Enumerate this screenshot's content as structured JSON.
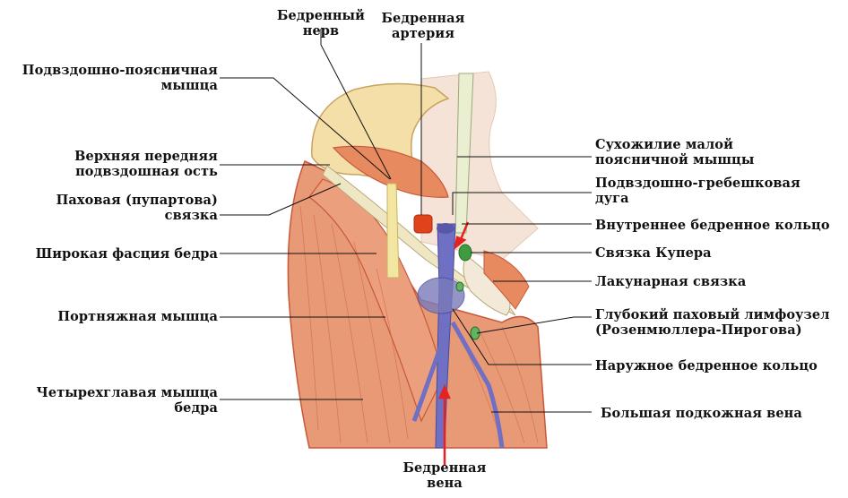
{
  "labels": {
    "femoral_nerve": [
      "Бедренный",
      "нерв"
    ],
    "femoral_artery": [
      "Бедренная",
      "артерия"
    ],
    "iliopsoas": [
      "Подвздошно-поясничная",
      "мышца"
    ],
    "asis": [
      "Верхняя передняя",
      "подвздошная ость"
    ],
    "inguinal_ligament": [
      "Паховая (пупартова)",
      "связка"
    ],
    "fascia_lata": [
      "Широкая фасция бедра"
    ],
    "sartorius": [
      "Портняжная мышца"
    ],
    "quadriceps": [
      "Четырехглавая мышца",
      "бедра"
    ],
    "psoas_minor_tendon": [
      "Сухожилие малой",
      "поясничной мышцы"
    ],
    "iliopectineal_arch": [
      "Подвздошно-гребешковая",
      "дуга"
    ],
    "internal_ring": [
      "Внутреннее бедренное кольцо"
    ],
    "cooper_ligament": [
      "Связка Купера"
    ],
    "lacunar_ligament": [
      "Лакунарная связка"
    ],
    "deep_node": [
      "Глубокий паховый лимфоузел",
      "(Розенмюллера-Пирогова)"
    ],
    "external_ring": [
      "Наружное бедренное кольцо"
    ],
    "great_saphenous": [
      "Большая подкожная вена"
    ],
    "femoral_vein": [
      "Бедренная",
      "вена"
    ]
  },
  "colors": {
    "muscle": "#e79a75",
    "muscle_dark": "#c9573a",
    "bone": "#f4dfa8",
    "bone_edge": "#c9a35e",
    "fascia": "#efe7c3",
    "vein": "#6f6fc3",
    "artery": "#e0431c",
    "node": "#3f9b3f",
    "arrow": "#e52222",
    "leader": "#111111"
  }
}
